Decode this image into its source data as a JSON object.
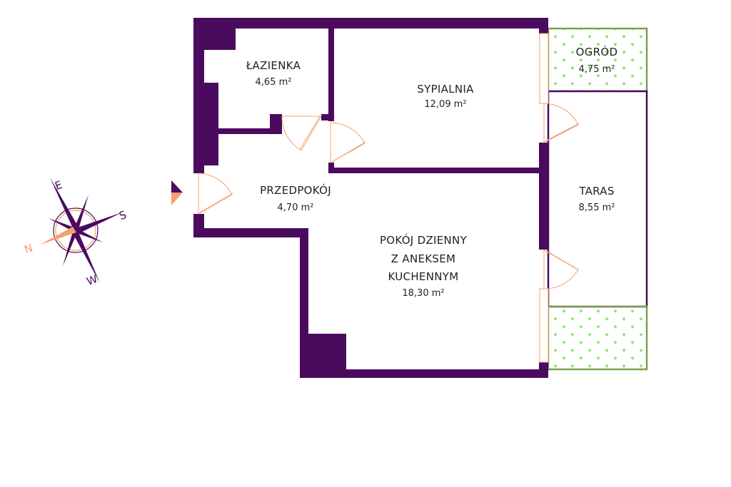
{
  "colors": {
    "wall": "#4a0a5e",
    "accent": "#f5a06e",
    "garden": "#7aa050",
    "grass": "#66dd44"
  },
  "rooms": {
    "bathroom": {
      "name": "ŁAZIENKA",
      "area": "4,65 m²"
    },
    "bedroom": {
      "name": "SYPIALNIA",
      "area": "12,09 m²"
    },
    "hallway": {
      "name": "PRZEDPOKÓJ",
      "area": "4,70 m²"
    },
    "living": {
      "name_lines": [
        "POKÓJ DZIENNY",
        "Z ANEKSEM",
        "KUCHENNYM"
      ],
      "area": "18,30 m²"
    },
    "garden": {
      "name": "OGRÓD",
      "area": "4,75 m²"
    },
    "terrace": {
      "name": "TARAS",
      "area": "8,55 m²"
    }
  },
  "compass": {
    "north": "N",
    "east": "E",
    "south": "S",
    "west": "W"
  }
}
